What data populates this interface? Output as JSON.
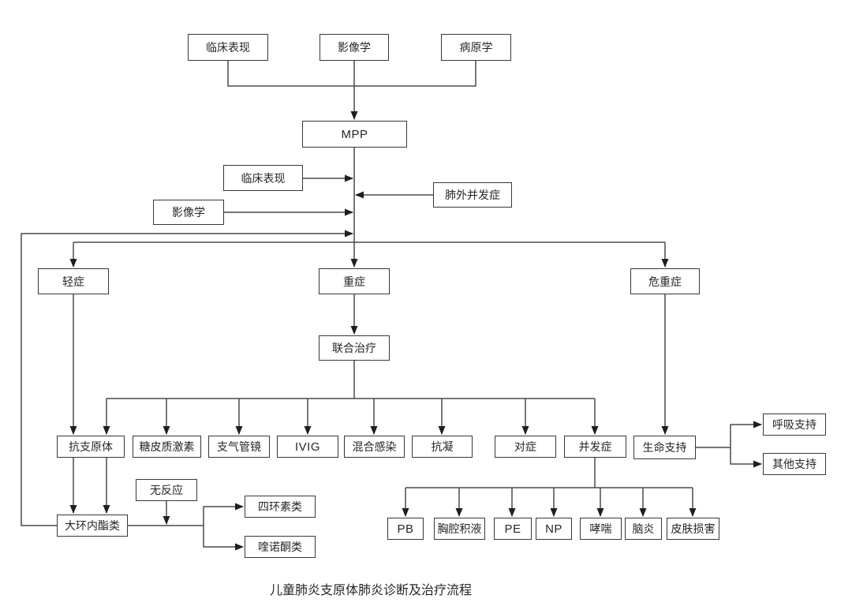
{
  "caption": "儿童肺炎支原体肺炎诊断及治疗流程",
  "nodes": {
    "clinical_top": {
      "label": "临床表现"
    },
    "imaging_top": {
      "label": "影像学"
    },
    "etiology": {
      "label": "病原学"
    },
    "mpp": {
      "label": "MPP"
    },
    "clinical_mid": {
      "label": "临床表现"
    },
    "extrapulmonary": {
      "label": "肺外并发症"
    },
    "imaging_mid": {
      "label": "影像学"
    },
    "mild": {
      "label": "轻症"
    },
    "severe": {
      "label": "重症"
    },
    "critical": {
      "label": "危重症"
    },
    "combined_therapy": {
      "label": "联合治疗"
    },
    "anti_mycoplasma": {
      "label": "抗支原体"
    },
    "glucocorticoid": {
      "label": "糖皮质激素"
    },
    "bronchoscopy": {
      "label": "支气管镜"
    },
    "ivig": {
      "label": "IVIG"
    },
    "mixed_infection": {
      "label": "混合感染"
    },
    "anticoagulation": {
      "label": "抗凝"
    },
    "symptomatic": {
      "label": "对症"
    },
    "complications": {
      "label": "并发症"
    },
    "life_support": {
      "label": "生命支持"
    },
    "respiratory_support": {
      "label": "呼吸支持"
    },
    "other_support": {
      "label": "其他支持"
    },
    "macrolides": {
      "label": "大环内酯类"
    },
    "no_response": {
      "label": "无反应"
    },
    "tetracyclines": {
      "label": "四环素类"
    },
    "quinolones": {
      "label": "喹诺酮类"
    },
    "pb": {
      "label": "PB"
    },
    "pleural_effusion": {
      "label": "胸腔积液"
    },
    "pe": {
      "label": "PE"
    },
    "np": {
      "label": "NP"
    },
    "asthma": {
      "label": "哮喘"
    },
    "encephalitis": {
      "label": "脑炎"
    },
    "skin_damage": {
      "label": "皮肤损害"
    }
  },
  "colors": {
    "background": "#ffffff",
    "line": "#4a4a4a",
    "arrow": "#1f1f1f",
    "box_border": "#383838",
    "box_fill": "#ffffff",
    "text": "#262626"
  }
}
